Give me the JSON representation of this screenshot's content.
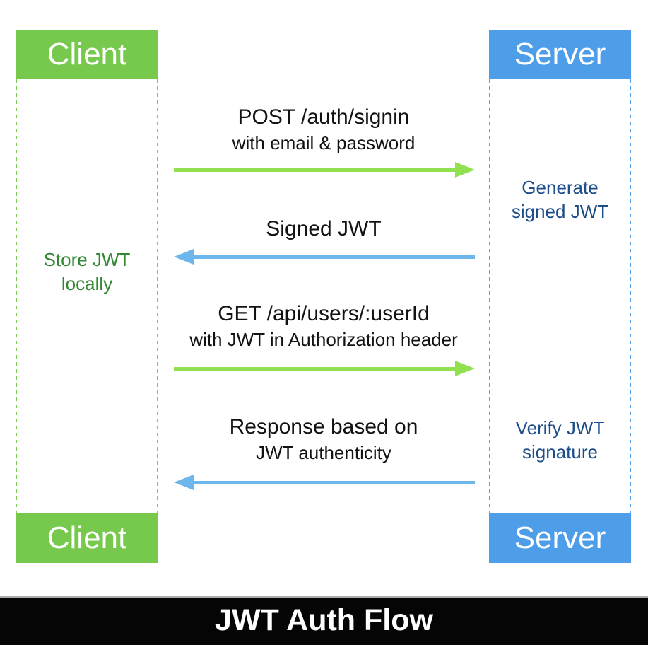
{
  "diagram": {
    "title": "JWT Auth Flow",
    "participants": {
      "client": {
        "label": "Client",
        "color": "#77C94D"
      },
      "server": {
        "label": "Server",
        "color": "#4D9DE9"
      }
    },
    "messages": [
      {
        "line1": "POST /auth/signin",
        "line2": "with email & password",
        "direction": "right",
        "arrow_color": "#90E050",
        "from": "Client",
        "to": "Server"
      },
      {
        "line1": "Signed JWT",
        "direction": "left",
        "arrow_color": "#6EB7EC",
        "from": "Server",
        "to": "Client"
      },
      {
        "line1": "GET /api/users/:userId",
        "line2": "with JWT in Authorization header",
        "direction": "right",
        "arrow_color": "#90E050",
        "from": "Client",
        "to": "Server"
      },
      {
        "line1": "Response based on",
        "line2": "JWT authenticity",
        "direction": "left",
        "arrow_color": "#6EB7EC",
        "from": "Server",
        "to": "Client"
      }
    ],
    "notes": [
      {
        "line1": "Generate",
        "line2": "signed JWT",
        "side": "server",
        "text_color": "#1E4E89"
      },
      {
        "line1": "Store JWT",
        "line2": "locally",
        "side": "client",
        "text_color": "#338733"
      },
      {
        "line1": "Verify JWT",
        "line2": "signature",
        "side": "server",
        "text_color": "#1E4E89"
      }
    ],
    "title_bar_color": "#050505"
  }
}
